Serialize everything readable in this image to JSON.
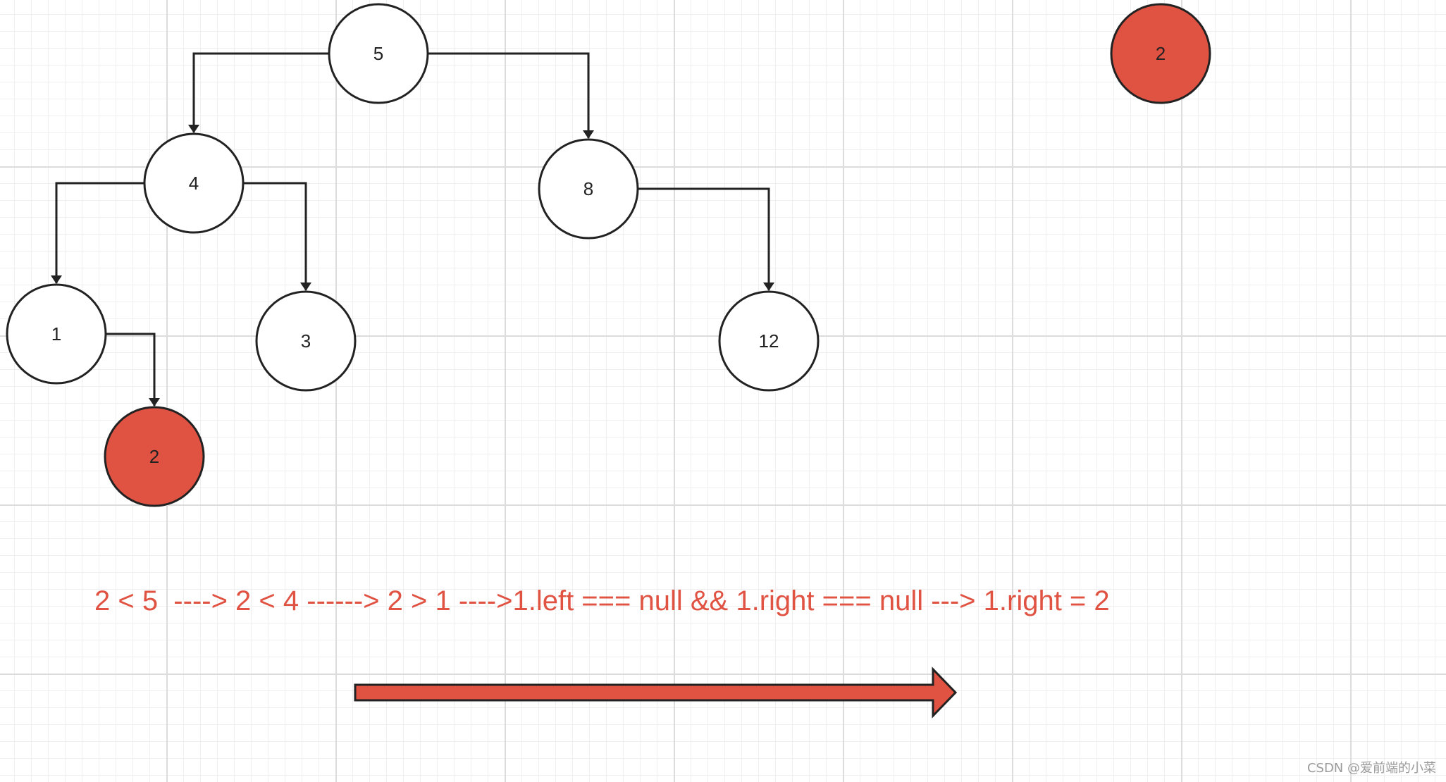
{
  "diagram": {
    "nodes": [
      {
        "id": "n5",
        "label": "5",
        "highlight": false
      },
      {
        "id": "n4",
        "label": "4",
        "highlight": false
      },
      {
        "id": "n8",
        "label": "8",
        "highlight": false
      },
      {
        "id": "n1",
        "label": "1",
        "highlight": false
      },
      {
        "id": "n3",
        "label": "3",
        "highlight": false
      },
      {
        "id": "n12",
        "label": "12",
        "highlight": false
      },
      {
        "id": "n2-inserted",
        "label": "2",
        "highlight": true
      },
      {
        "id": "n2-new",
        "label": "2",
        "highlight": true
      }
    ],
    "edges": [
      {
        "from": "n5",
        "to": "n4",
        "side": "left"
      },
      {
        "from": "n5",
        "to": "n8",
        "side": "right"
      },
      {
        "from": "n4",
        "to": "n1",
        "side": "left"
      },
      {
        "from": "n4",
        "to": "n3",
        "side": "right"
      },
      {
        "from": "n8",
        "to": "n12",
        "side": "right"
      },
      {
        "from": "n1",
        "to": "n2-inserted",
        "side": "right"
      }
    ],
    "colors": {
      "node_fill": "#ffffff",
      "highlight_fill": "#e05242",
      "stroke": "#222222",
      "annotation": "#e05242"
    }
  },
  "annotation": {
    "steps": "2 < 5  ----> 2 < 4 ------> 2 > 1 ---->1.left === null && 1.right === null ---> 1.right = 2"
  },
  "watermark": {
    "text": "CSDN @爱前端的小菜"
  }
}
